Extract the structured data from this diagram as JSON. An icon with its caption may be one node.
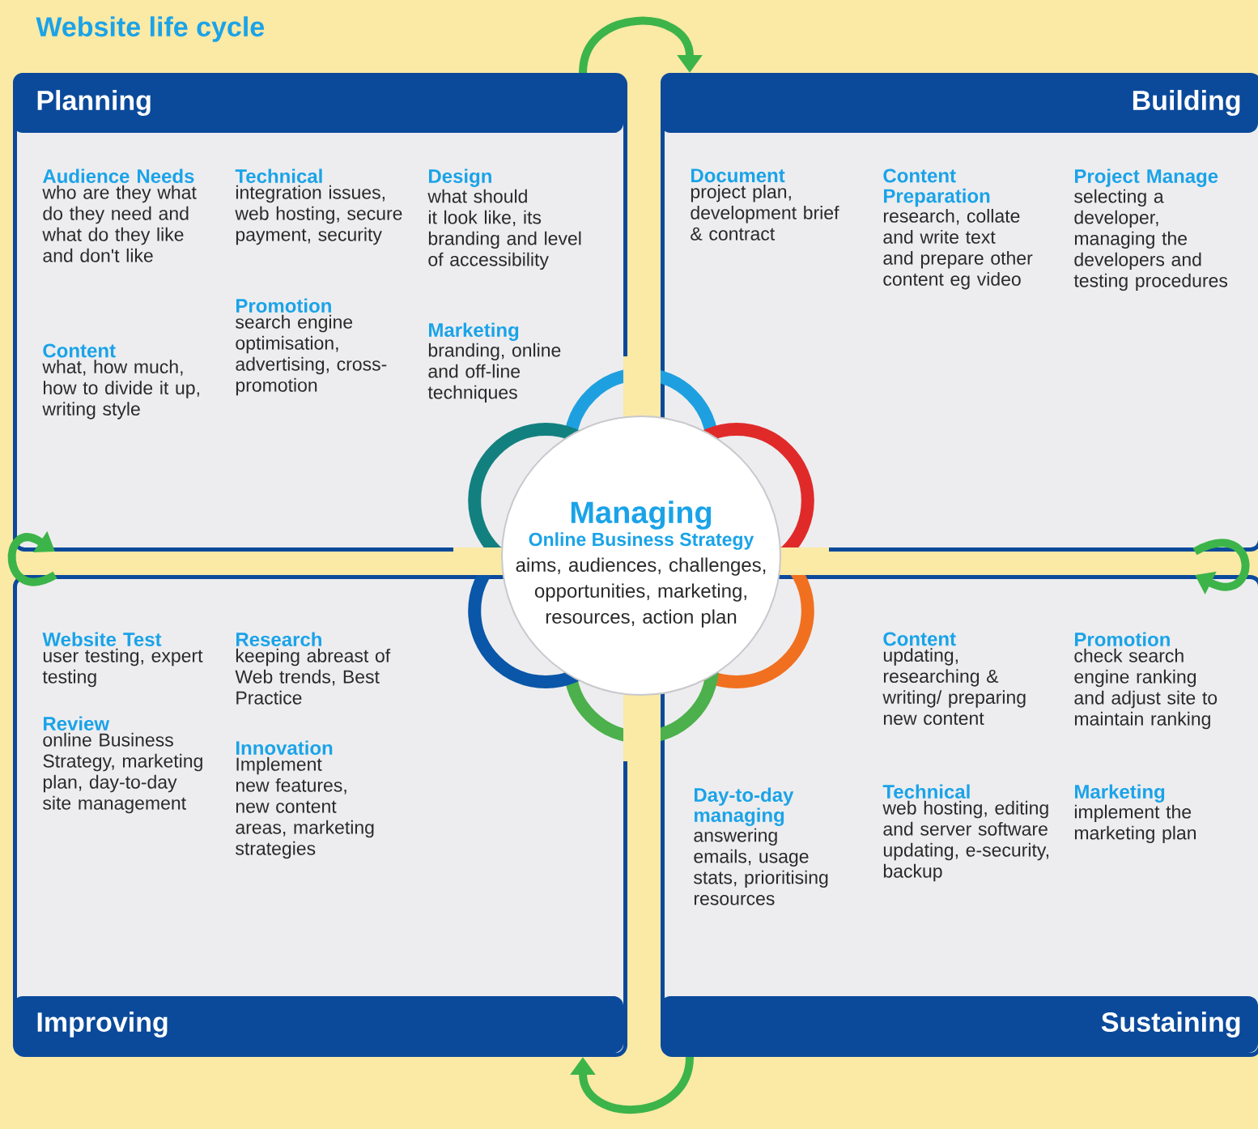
{
  "diagram": {
    "title": "Website life cycle",
    "nodes": [
      {
        "text": [
          "Planning",
          "Audience Needs",
          "who are they what do they need and what do they like and don't like",
          "Content",
          "what, how much, how to divide it up, writing style",
          "Technical",
          "integration issues, web hosting, secure payment, security",
          "Promotion",
          "search engine optimisation, advertising, cross-promotion",
          "Design",
          "what should it look like, its branding and level of accessibility",
          "Marketing",
          "branding, online and off-line techniques"
        ]
      },
      {
        "text": [
          "Building",
          "Document",
          "project plan, development brief & contract",
          "Content Preparation",
          "research, collate and write text and prepare other content eg video",
          "Project Manage",
          "selecting a developer, managing the developers and testing procedures"
        ]
      },
      {
        "text": [
          "Managing",
          "Online Business Strategy",
          "aims, audiences, challenges, opportunities, marketing, resources, action plan"
        ]
      },
      {
        "text": [
          "Improving",
          "Website Test",
          "user testing, expert testing",
          "Review",
          "online Business Strategy, marketing plan, day-to-day site management",
          "Research",
          "keeping abreast of Web trends, Best Practice",
          "Innovation",
          "Implement new features, new content areas, marketing strategies"
        ]
      },
      {
        "text": [
          "Sustaining",
          "Day-to-day managing",
          "answering emails, usage stats, prioritising resources",
          "Content",
          "updating, researching & writing/ preparing new content",
          "Technical",
          "web hosting, editing and server software updating, e-security, backup",
          "Promotion",
          "check search engine ranking and adjust site to maintain ranking",
          "Marketing",
          "implement the marketing plan"
        ]
      }
    ],
    "edges": [
      {
        "from": 0,
        "to": 1,
        "arrow": "to"
      },
      {
        "from": 1,
        "to": 4,
        "arrow": "to"
      },
      {
        "from": 4,
        "to": 3,
        "arrow": "to"
      },
      {
        "from": 3,
        "to": 0,
        "arrow": "to"
      }
    ]
  }
}
